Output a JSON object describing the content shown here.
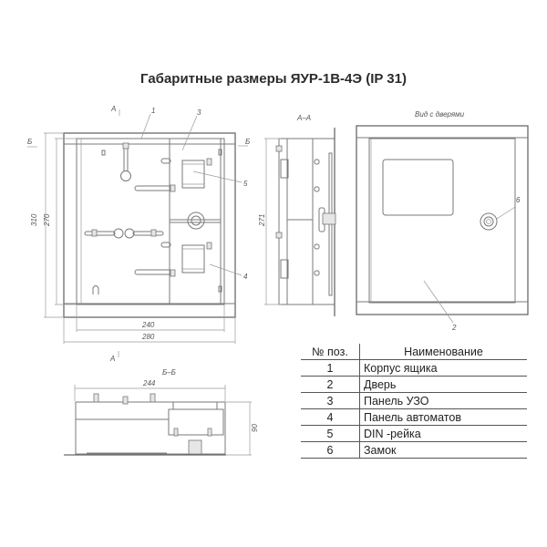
{
  "title": "Габаритные размеры ЯУР-1В-4Э (IP 31)",
  "views": {
    "front": {
      "section_mark_a": "А",
      "section_mark_b_left": "Б",
      "section_mark_b_right": "Б",
      "callouts": [
        "1",
        "3",
        "5",
        "4"
      ],
      "dim_height_outer": "310",
      "dim_height_inner": "270",
      "dim_width_inner": "240",
      "dim_width_outer": "280",
      "section_mark_a_bottom": "А"
    },
    "section_aa": {
      "label": "А–А",
      "dim_height": "271"
    },
    "door_view": {
      "label": "Вид с дверями",
      "callouts": [
        "6",
        "2"
      ]
    },
    "section_bb": {
      "label": "Б–Б",
      "dim_width": "244",
      "dim_depth": "90"
    }
  },
  "spec_table": {
    "headers": {
      "pos": "№ поз.",
      "name": "Наименование"
    },
    "rows": [
      {
        "pos": "1",
        "name": "Корпус ящика"
      },
      {
        "pos": "2",
        "name": "Дверь"
      },
      {
        "pos": "3",
        "name": "Панель УЗО"
      },
      {
        "pos": "4",
        "name": "Панель автоматов"
      },
      {
        "pos": "5",
        "name": "DIN -рейка"
      },
      {
        "pos": "6",
        "name": "Замок"
      }
    ]
  },
  "colors": {
    "line": "#7a7a7a",
    "text": "#2b2b2b",
    "background": "#ffffff"
  }
}
